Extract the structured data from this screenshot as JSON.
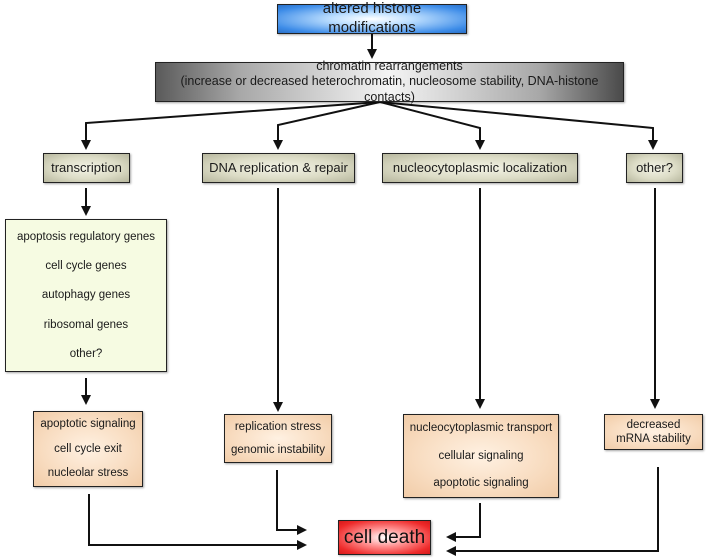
{
  "diagram": {
    "title_box": {
      "label": "altered histone modifications",
      "color": "#3d8ce8"
    },
    "chromatin_box": {
      "title": "chromatin rearrangements",
      "subtitle": "(increase or decreased heterochromatin, nucleosome stability, DNA-histone contacts)"
    },
    "categories": [
      {
        "id": "transcription",
        "label": "transcription"
      },
      {
        "id": "dna-replication",
        "label": "DNA replication & repair"
      },
      {
        "id": "nucleocytoplasmic",
        "label": "nucleocytoplasmic localization"
      },
      {
        "id": "other",
        "label": "other?"
      }
    ],
    "gene_box": {
      "items": [
        "apoptosis regulatory genes",
        "cell cycle genes",
        "autophagy genes",
        "ribosomal genes",
        "other?"
      ]
    },
    "outcomes": [
      {
        "id": "transcription-outcomes",
        "items": [
          "apoptotic signaling",
          "cell cycle exit",
          "nucleolar stress"
        ]
      },
      {
        "id": "replication-outcomes",
        "items": [
          "replication stress",
          "genomic instability"
        ]
      },
      {
        "id": "nucleocytoplasmic-outcomes",
        "items": [
          "nucleocytoplasmic transport",
          "cellular signaling",
          "apoptotic signaling"
        ]
      },
      {
        "id": "other-outcomes",
        "items": [
          "decreased",
          "mRNA stability"
        ]
      }
    ],
    "final_box": {
      "label": "cell death",
      "color": "#ee2a2a"
    },
    "edges": [
      [
        "altered histone modifications",
        "chromatin rearrangements"
      ],
      [
        "chromatin rearrangements",
        "transcription"
      ],
      [
        "chromatin rearrangements",
        "DNA replication & repair"
      ],
      [
        "chromatin rearrangements",
        "nucleocytoplasmic localization"
      ],
      [
        "chromatin rearrangements",
        "other?"
      ],
      [
        "transcription",
        "gene targets"
      ],
      [
        "gene targets",
        "transcription outcomes"
      ],
      [
        "DNA replication & repair",
        "replication outcomes"
      ],
      [
        "nucleocytoplasmic localization",
        "nucleocytoplasmic outcomes"
      ],
      [
        "other?",
        "decreased mRNA stability"
      ],
      [
        "transcription outcomes",
        "cell death"
      ],
      [
        "replication outcomes",
        "cell death"
      ],
      [
        "nucleocytoplasmic outcomes",
        "cell death"
      ],
      [
        "decreased mRNA stability",
        "cell death"
      ]
    ]
  }
}
